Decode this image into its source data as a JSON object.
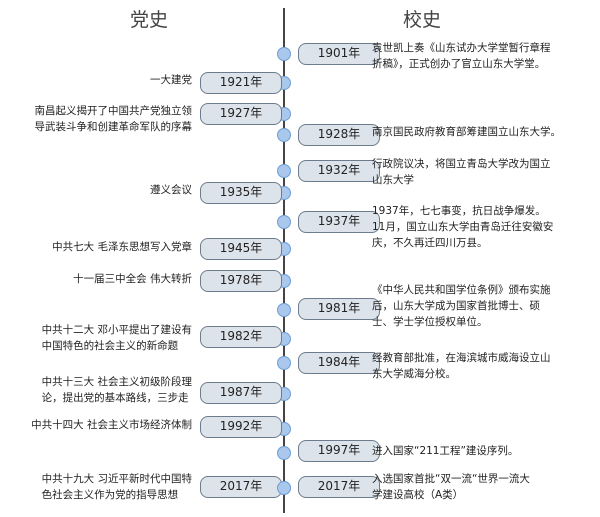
{
  "headers": {
    "party": "党史",
    "school": "校史"
  },
  "party_events": [
    {
      "year": "1921年",
      "text": "一大建党"
    },
    {
      "year": "1927年",
      "text": "南昌起义揭开了中国共产党独立领\n导武装斗争和创建革命军队的序幕"
    },
    {
      "year": "1935年",
      "text": "遵义会议"
    },
    {
      "year": "1945年",
      "text": "中共七大  毛泽东思想写入党章"
    },
    {
      "year": "1978年",
      "text": "十一届三中全会  伟大转折"
    },
    {
      "year": "1982年",
      "text": "中共十二大 邓小平提出了建设有\n中国特色的社会主义的新命题"
    },
    {
      "year": "1987年",
      "text": "中共十三大    社会主义初级阶段理\n论，提出党的基本路线，三步走"
    },
    {
      "year": "1992年",
      "text": "中共十四大    社会主义市场经济体制"
    },
    {
      "year": "2017年",
      "text": "中共十九大 习近平新时代中国特\n色社会主义作为党的指导思想"
    }
  ],
  "school_events": [
    {
      "year": "1901年",
      "text": "袁世凯上奏《山东试办大学堂暂行章程\n折稿》，正式创办了官立山东大学堂。"
    },
    {
      "year": "1928年",
      "text": "南京国民政府教育部筹建国立山东大学。"
    },
    {
      "year": "1932年",
      "text": "行政院议决，将国立青岛大学改为国立\n山东大学"
    },
    {
      "year": "1937年",
      "text": "1937年，七七事变，抗日战争爆发。\n11月，国立山东大学由青岛迁往安徽安\n庆，不久再迁四川万县。"
    },
    {
      "year": "1981年",
      "text": "《中华人民共和国学位条例》颁布实施\n后，山东大学成为国家首批博士、硕\n士、学士学位授权单位。"
    },
    {
      "year": "1984年",
      "text": "经教育部批准，在海滨城市威海设立山\n东大学威海分校。"
    },
    {
      "year": "1997年",
      "text": "进入国家“211工程”建设序列。"
    },
    {
      "year": "2017年",
      "text": "入选国家首批“双一流“世界一流大\n学建设高校（A类）"
    }
  ]
}
